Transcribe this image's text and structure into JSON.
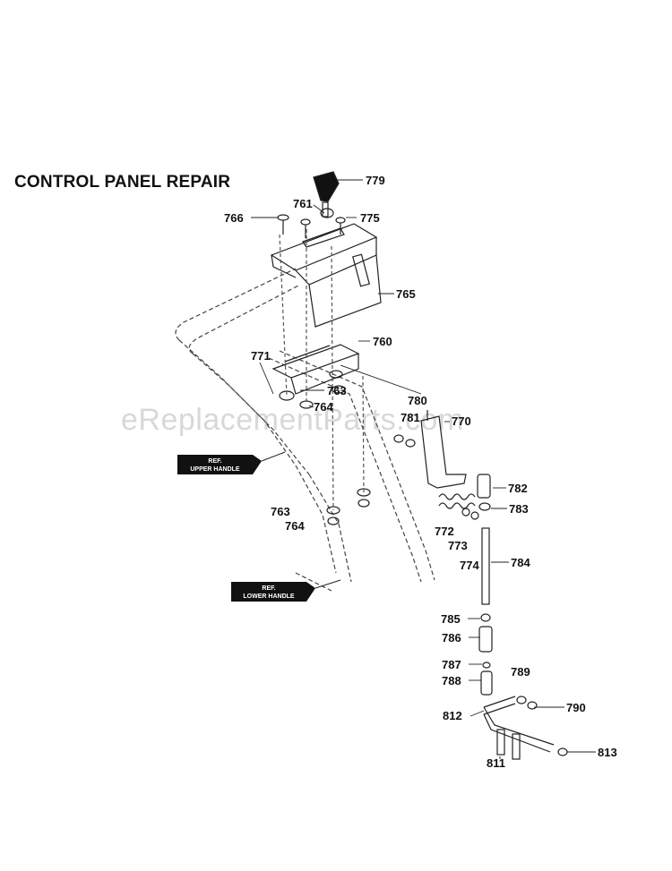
{
  "title": "CONTROL PANEL REPAIR",
  "watermark": "eReplacementParts.com",
  "ref_tags": [
    {
      "line1": "REF.",
      "line2": "UPPER HANDLE"
    },
    {
      "line1": "REF.",
      "line2": "LOWER HANDLE"
    }
  ],
  "parts": [
    "779",
    "761",
    "775",
    "766",
    "765",
    "760",
    "771",
    "763",
    "764",
    "780",
    "781",
    "770",
    "782",
    "783",
    "763",
    "764",
    "772",
    "773",
    "774",
    "784",
    "785",
    "786",
    "787",
    "789",
    "788",
    "790",
    "812",
    "811",
    "813"
  ]
}
